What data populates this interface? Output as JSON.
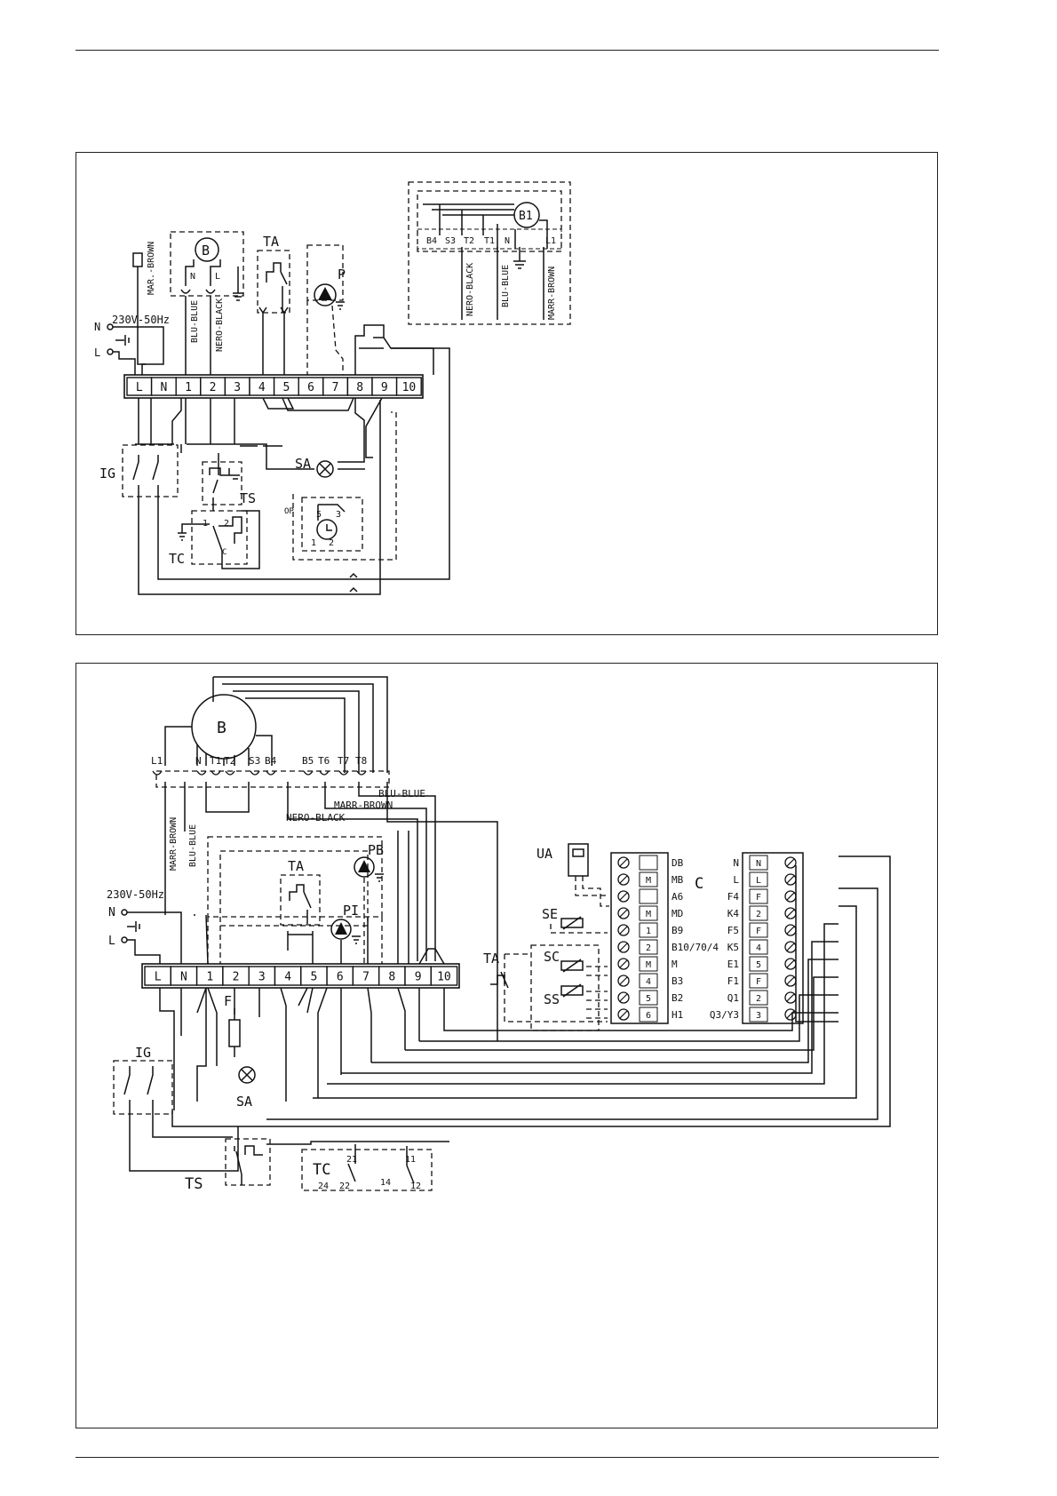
{
  "diagram_top": {
    "terminal_strip": [
      "L",
      "N",
      "1",
      "2",
      "3",
      "4",
      "5",
      "6",
      "7",
      "8",
      "9",
      "10"
    ],
    "supply": {
      "voltage": "230V-50Hz",
      "n": "N",
      "l": "L"
    },
    "components": {
      "burner": "B",
      "room_thermostat": "TA",
      "pump": "P",
      "main_switch": "IG",
      "safety_thermostat": "TS",
      "boiler_thermostat": "TC",
      "lockout_lamp": "SA",
      "clock_label": "OP",
      "clock_terms": [
        "5",
        "3",
        "1",
        "2"
      ],
      "tc_terms": [
        "1",
        "2",
        "C"
      ]
    },
    "wire_labels": {
      "brown_short": "MAR.-BROWN",
      "blue": "BLU-BLUE",
      "black": "NERO-BLACK"
    },
    "burner_terms": [
      "N",
      "L"
    ],
    "connector": {
      "name": "B1",
      "terms": [
        "B4",
        "S3",
        "T2",
        "T1",
        "N",
        "L1"
      ],
      "wires": [
        "NERO-BLACK",
        "BLU-BLUE",
        "MARR-BROWN"
      ]
    }
  },
  "diagram_bottom": {
    "terminal_strip": [
      "L",
      "N",
      "1",
      "2",
      "3",
      "4",
      "5",
      "6",
      "7",
      "8",
      "9",
      "10"
    ],
    "supply": {
      "voltage": "230V-50Hz",
      "n": "N",
      "l": "L"
    },
    "components": {
      "burner": "B",
      "room_thermostat": "TA",
      "boiler_pump": "PB",
      "heating_pump": "PI",
      "main_switch": "IG",
      "fuse": "F",
      "lockout_lamp": "SA",
      "safety_thermostat": "TS",
      "boiler_thermostat": "TC",
      "remote_unit": "UA",
      "ext_sensor": "SE",
      "boiler_sensor": "SC",
      "storage_sensor": "SS",
      "controller": "C"
    },
    "burner_terms": [
      "L1",
      "N",
      "T1",
      "T2",
      "S3",
      "B4",
      "B5",
      "T6",
      "T7",
      "T8"
    ],
    "wire_labels": {
      "blue": "BLU-BLUE",
      "brown": "MARR-BROWN",
      "black": "NERO-BLACK",
      "brown_vertical": "MARR-BROWN",
      "blue_vertical": "BLU-BLUE"
    },
    "tc_terms": [
      "21",
      "24",
      "22",
      "14",
      "11",
      "12"
    ],
    "controller_low": [
      {
        "num": "",
        "lab": "DB"
      },
      {
        "num": "M",
        "lab": "MB"
      },
      {
        "num": "",
        "lab": "A6"
      },
      {
        "num": "M",
        "lab": "MD"
      },
      {
        "num": "1",
        "lab": "B9"
      },
      {
        "num": "2",
        "lab": "B10/70/4"
      },
      {
        "num": "M",
        "lab": "M"
      },
      {
        "num": "4",
        "lab": "B3"
      },
      {
        "num": "5",
        "lab": "B2"
      },
      {
        "num": "6",
        "lab": "H1"
      }
    ],
    "controller_high": [
      {
        "lab": "N",
        "num": "N"
      },
      {
        "lab": "L",
        "num": "L"
      },
      {
        "lab": "F4",
        "num": "F"
      },
      {
        "lab": "K4",
        "num": "2"
      },
      {
        "lab": "F5",
        "num": "F"
      },
      {
        "lab": "K5",
        "num": "4"
      },
      {
        "lab": "E1",
        "num": "5"
      },
      {
        "lab": "F1",
        "num": "F"
      },
      {
        "lab": "Q1",
        "num": "2"
      },
      {
        "lab": "Q3/Y3",
        "num": "3"
      }
    ]
  }
}
